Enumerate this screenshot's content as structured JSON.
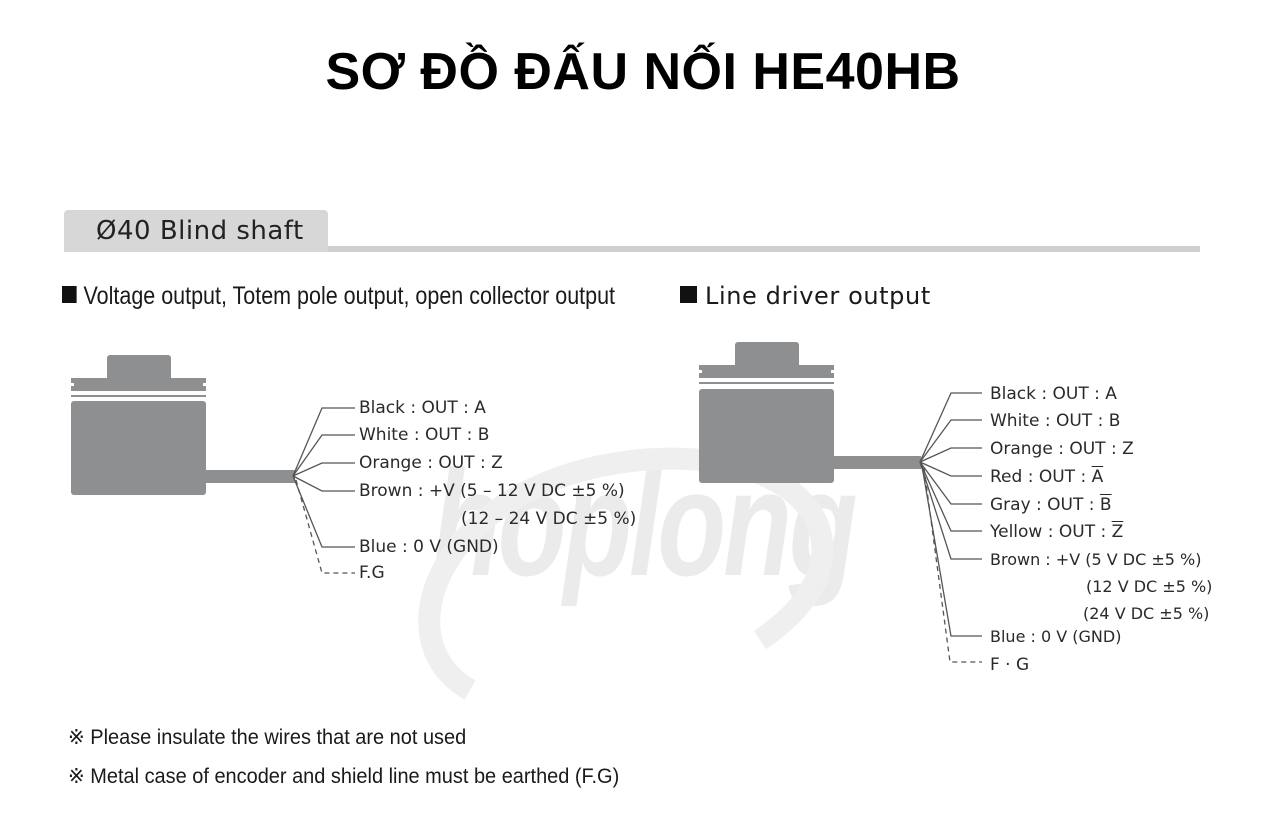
{
  "title": "SƠ ĐỒ ĐẤU NỐI HE40HB",
  "section": {
    "label": "Ø40 Blind shaft"
  },
  "subheads": {
    "left": "Voltage output, Totem pole output, open collector output",
    "right": "Line driver output"
  },
  "watermark": "hoplong",
  "diagram_left": {
    "wires": [
      {
        "label": "Black : OUT : A"
      },
      {
        "label": "White : OUT : B"
      },
      {
        "label": "Orange : OUT : Z"
      },
      {
        "label": "Brown : +V (5 – 12 V DC ±5 %)",
        "extra": [
          "(12 – 24 V DC ±5 %)"
        ]
      },
      {
        "label": "Blue : 0 V (GND)"
      },
      {
        "label": "F.G",
        "dashed": true
      }
    ]
  },
  "diagram_right": {
    "wires": [
      {
        "label": "Black : OUT : A"
      },
      {
        "label": "White : OUT : B"
      },
      {
        "label": "Orange : OUT : Z"
      },
      {
        "label_prefix": "Red : OUT : ",
        "signal": "A",
        "inverted": true
      },
      {
        "label_prefix": "Gray : OUT : ",
        "signal": "B",
        "inverted": true
      },
      {
        "label_prefix": "Yellow : OUT : ",
        "signal": "Z",
        "inverted": true
      },
      {
        "label": "Brown : +V (5 V DC ±5 %)",
        "extra": [
          "(12 V DC ±5 %)",
          "(24 V DC ±5 %)"
        ]
      },
      {
        "label": "Blue : 0 V (GND)"
      },
      {
        "label": "F · G",
        "dashed": true
      }
    ]
  },
  "notes": [
    "※ Please insulate the wires that are not used",
    "※ Metal case of encoder and shield line must be earthed (F.G)"
  ],
  "colors": {
    "encoder_body": "#8e8f91",
    "wire": "#555555",
    "tab_bg": "#d7d7d7",
    "watermark": "#ebebeb"
  }
}
